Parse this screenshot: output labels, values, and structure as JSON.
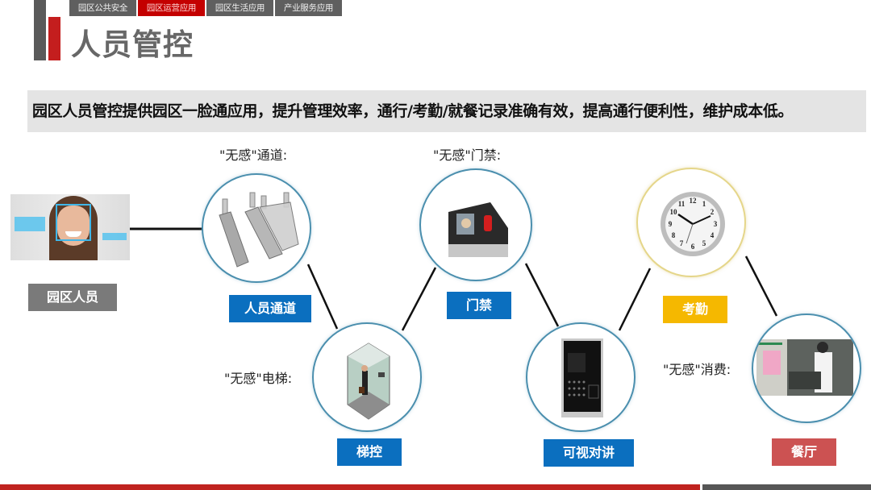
{
  "header": {
    "tabs": [
      {
        "label": "园区公共安全",
        "active": false
      },
      {
        "label": "园区运营应用",
        "active": true
      },
      {
        "label": "园区生活应用",
        "active": false
      },
      {
        "label": "产业服务应用",
        "active": false
      }
    ],
    "title": "人员管控"
  },
  "banner": {
    "text": "园区人员管控提供园区一脸通应用，提升管理效率，通行/考勤/就餐记录准确有效，提高通行便利性，维护成本低。"
  },
  "source": {
    "label": "园区人员",
    "image": "face-recognition-photo"
  },
  "nodes": [
    {
      "id": "passage",
      "label": "人员通道",
      "caption": "\"无感\"通道:",
      "image": "turnstile-gates",
      "label_color": "#0b6fbf"
    },
    {
      "id": "elevator",
      "label": "梯控",
      "caption": "\"无感\"电梯:",
      "image": "elevator-car",
      "label_color": "#0b6fbf"
    },
    {
      "id": "access",
      "label": "门禁",
      "caption": "\"无感\"门禁:",
      "image": "face-access-terminal",
      "label_color": "#0b6fbf"
    },
    {
      "id": "intercom",
      "label": "可视对讲",
      "caption": "",
      "image": "video-intercom-panel",
      "label_color": "#0b6fbf"
    },
    {
      "id": "attendance",
      "label": "考勤",
      "caption": "",
      "image": "wall-clock",
      "label_color": "#f5b800"
    },
    {
      "id": "canteen",
      "label": "餐厅",
      "caption": "\"无感\"消费:",
      "image": "canteen-photo",
      "label_color": "#cc5252"
    }
  ],
  "colors": {
    "brand_red": "#c41e1e",
    "tab_grey": "#5f5f5f",
    "title_grey": "#676767",
    "banner_bg": "#e4e4e4",
    "label_blue": "#0b6fbf",
    "label_gold": "#f5b800",
    "label_red": "#cc5252",
    "footer_red": "#c0231f",
    "footer_grey": "#565656"
  }
}
